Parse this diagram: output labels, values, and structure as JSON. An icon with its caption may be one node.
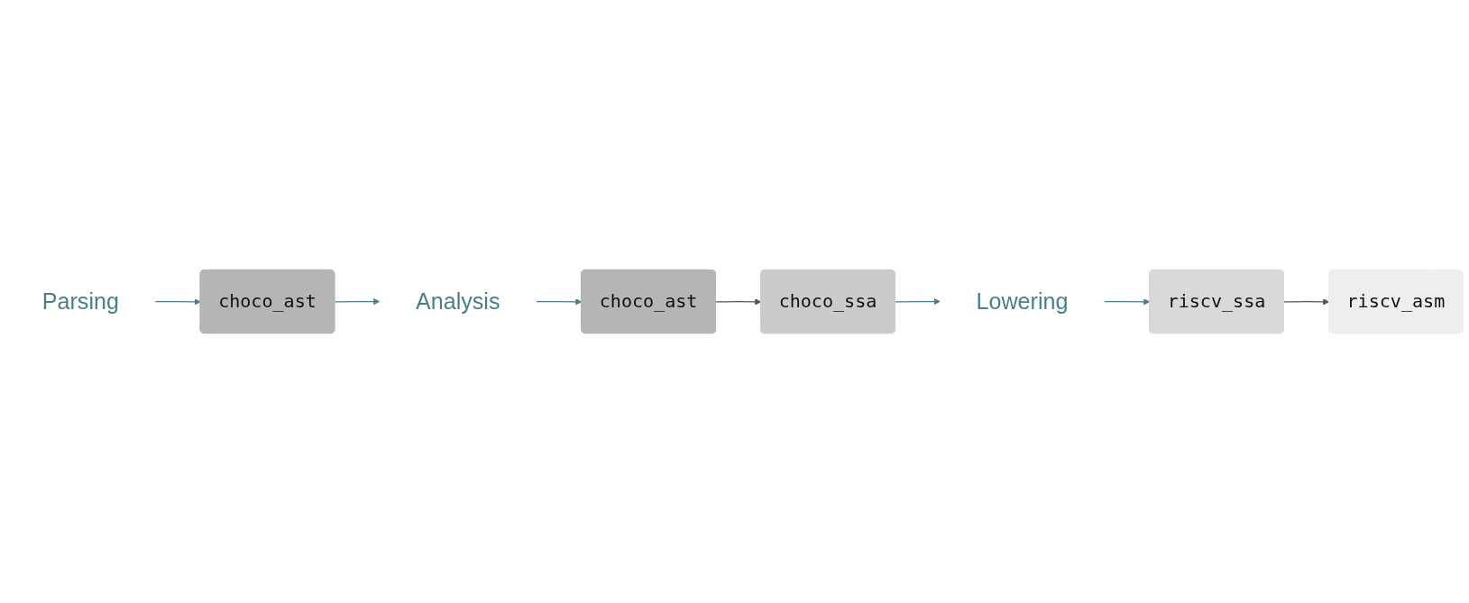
{
  "diagram": {
    "nodes": [
      {
        "text": [
          "Parsing"
        ]
      },
      {
        "text": [
          "choco_ast"
        ]
      },
      {
        "text": [
          "Analysis"
        ]
      },
      {
        "text": [
          "Lowering"
        ]
      },
      {
        "text": [
          "choco_ssa"
        ]
      },
      {
        "text": [
          "choco_ast"
        ]
      },
      {
        "text": [
          "riscv_ssa"
        ]
      },
      {
        "text": [
          "riscv_asm"
        ]
      }
    ],
    "edges": [
      {
        "from": 0,
        "to": 1,
        "arrow": "to"
      },
      {
        "from": 1,
        "to": 2,
        "arrow": "to"
      },
      {
        "from": 2,
        "to": 5,
        "arrow": "to"
      },
      {
        "from": 5,
        "to": 4,
        "arrow": "to",
        "color": "#555555"
      },
      {
        "from": 4,
        "to": 3,
        "arrow": "to"
      },
      {
        "from": 3,
        "to": 6,
        "arrow": "to"
      },
      {
        "from": 6,
        "to": 7,
        "arrow": "to",
        "color": "#555555"
      }
    ]
  }
}
